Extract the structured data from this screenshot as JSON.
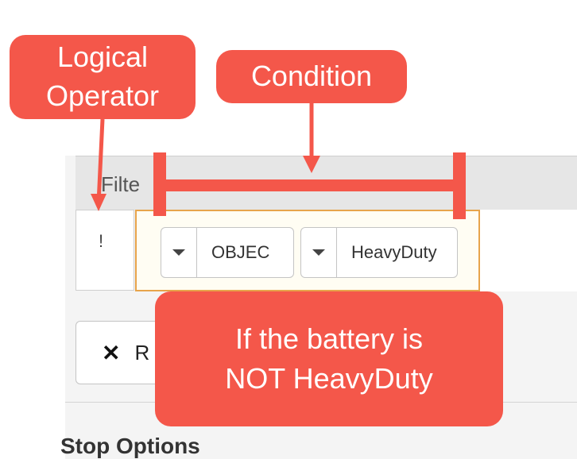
{
  "filter": {
    "title": "Filte",
    "operator": "!",
    "field_select": "OBJEC",
    "value_select": "HeavyDuty",
    "remove_label": "R"
  },
  "section": {
    "stop_options": "Stop Options"
  },
  "annotations": {
    "logical_operator": "Logical\nOperator",
    "condition": "Condition",
    "note": "If the battery is\nNOT HeavyDuty"
  },
  "colors": {
    "callout": "#f4574a",
    "highlight_border": "#e7a44b"
  },
  "icons": {
    "dropdown": "caret-down-icon",
    "remove": "close-icon"
  }
}
